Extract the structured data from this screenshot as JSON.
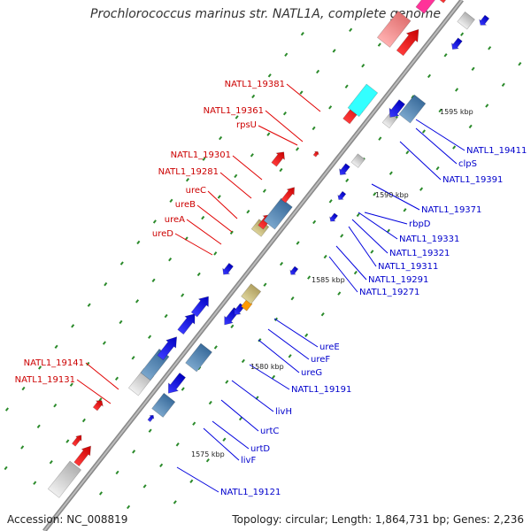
{
  "title": "Prochlorococcus marinus str. NATL1A, complete genome",
  "accession": "Accession: NC_008819",
  "topology": "Topology: circular; Length: 1,864,731 bp; Genes: 2,236",
  "kbp_marks": [
    "1595 kbp",
    "1590 kbp",
    "1585 kbp",
    "1580 kbp",
    "1575 kbp"
  ],
  "left_labels": [
    "NATL1_19381",
    "NATL1_19361",
    "rpsU",
    "NATL1_19301",
    "NATL1_19281",
    "ureC",
    "ureB",
    "ureA",
    "ureD",
    "NATL1_19141",
    "NATL1_19131"
  ],
  "right_labels": [
    "NATL1_19411",
    "clpS",
    "NATL1_19391",
    "NATL1_19371",
    "rbpD",
    "NATL1_19331",
    "NATL1_19321",
    "NATL1_19311",
    "NATL1_19291",
    "NATL1_19271",
    "ureE",
    "ureF",
    "ureG",
    "NATL1_19191",
    "livH",
    "urtC",
    "urtD",
    "livF",
    "NATL1_19121"
  ],
  "colors": {
    "forward": "#e8141c",
    "reverse": "#1a1af0",
    "tick": "#2a8a2a",
    "left_label": "#cc0000",
    "right_label": "#0000cc"
  }
}
